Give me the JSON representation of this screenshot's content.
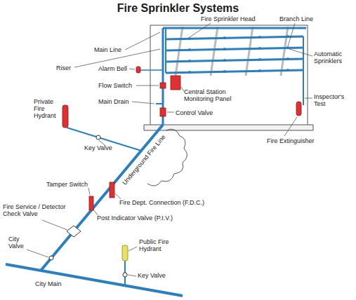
{
  "diagram": {
    "title": "Fire Sprinkler Systems",
    "labels": [
      "Fire Sprinkler Head",
      "Branch Line",
      "Main Line",
      "Riser",
      "Alarm Bell",
      "Flow Switch",
      "Main Drain",
      "Central Station Monitoring Panel",
      "Control Valve",
      "Automatic Sprinklers",
      "Inspector's Test",
      "Fire Extinguisher",
      "Private Fire Hydrant",
      "Key Valve",
      "Underground Fire Line",
      "Tamper Switch",
      "Fire Dept. Connection (F.D.C.)",
      "Fire Service / Detector Check Valve",
      "Post Indicator Valve (P.I.V.)",
      "City Valve",
      "Public Fire Hydrant",
      "City Main",
      "Key Valve"
    ]
  }
}
